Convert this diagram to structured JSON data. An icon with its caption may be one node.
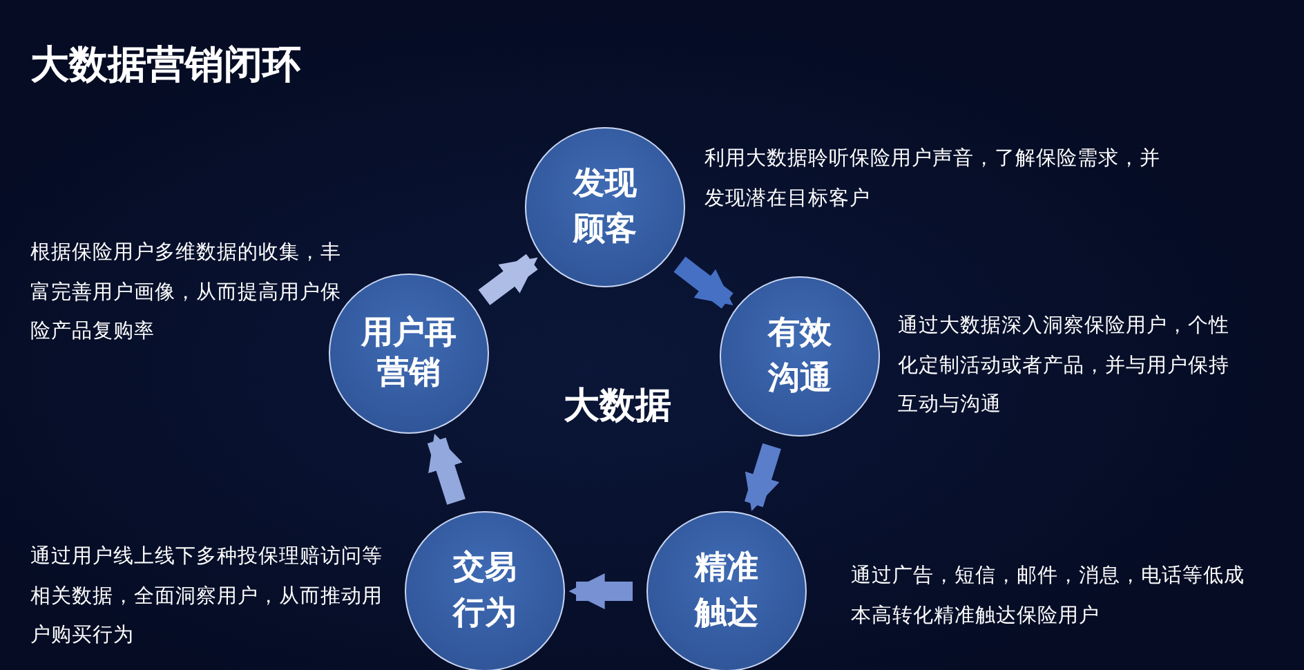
{
  "diagram": {
    "title": "大数据营销闭环",
    "nodes": [
      {
        "text": [
          "发现顾客"
        ],
        "beside": [
          "利用大数据聆听保险用户声音，了解保险需求，并发现潜在目标客户"
        ]
      },
      {
        "text": [
          "有效沟通"
        ],
        "beside": [
          "通过大数据深入洞察保险用户，个性化定制活动或者产品，并与用户保持互动与沟通"
        ]
      },
      {
        "text": [
          "精准触达"
        ],
        "beside": [
          "通过广告，短信，邮件，消息，电话等低成本高转化精准触达保险用户"
        ]
      },
      {
        "text": [
          "交易行为"
        ],
        "beside": [
          "通过用户线上线下多种投保理赔访问等相关数据，全面洞察用户，从而推动用户购买行为"
        ]
      },
      {
        "text": [
          "用户再营销"
        ],
        "beside": [
          "根据保险用户多维数据的收集，丰富完善用户画像，从而提高用户保险产品复购率"
        ]
      }
    ],
    "edges": [
      {
        "from": 0,
        "to": 1,
        "arrow": "to",
        "color": "#4570c4"
      },
      {
        "from": 1,
        "to": 2,
        "arrow": "to",
        "color": "#5b7ecb"
      },
      {
        "from": 2,
        "to": 3,
        "arrow": "to",
        "color": "#7891d3"
      },
      {
        "from": 3,
        "to": 4,
        "arrow": "to",
        "color": "#93a8dc"
      },
      {
        "from": 4,
        "to": 0,
        "arrow": "to",
        "color": "#aebde6"
      }
    ],
    "labels": [
      "大数据"
    ]
  }
}
